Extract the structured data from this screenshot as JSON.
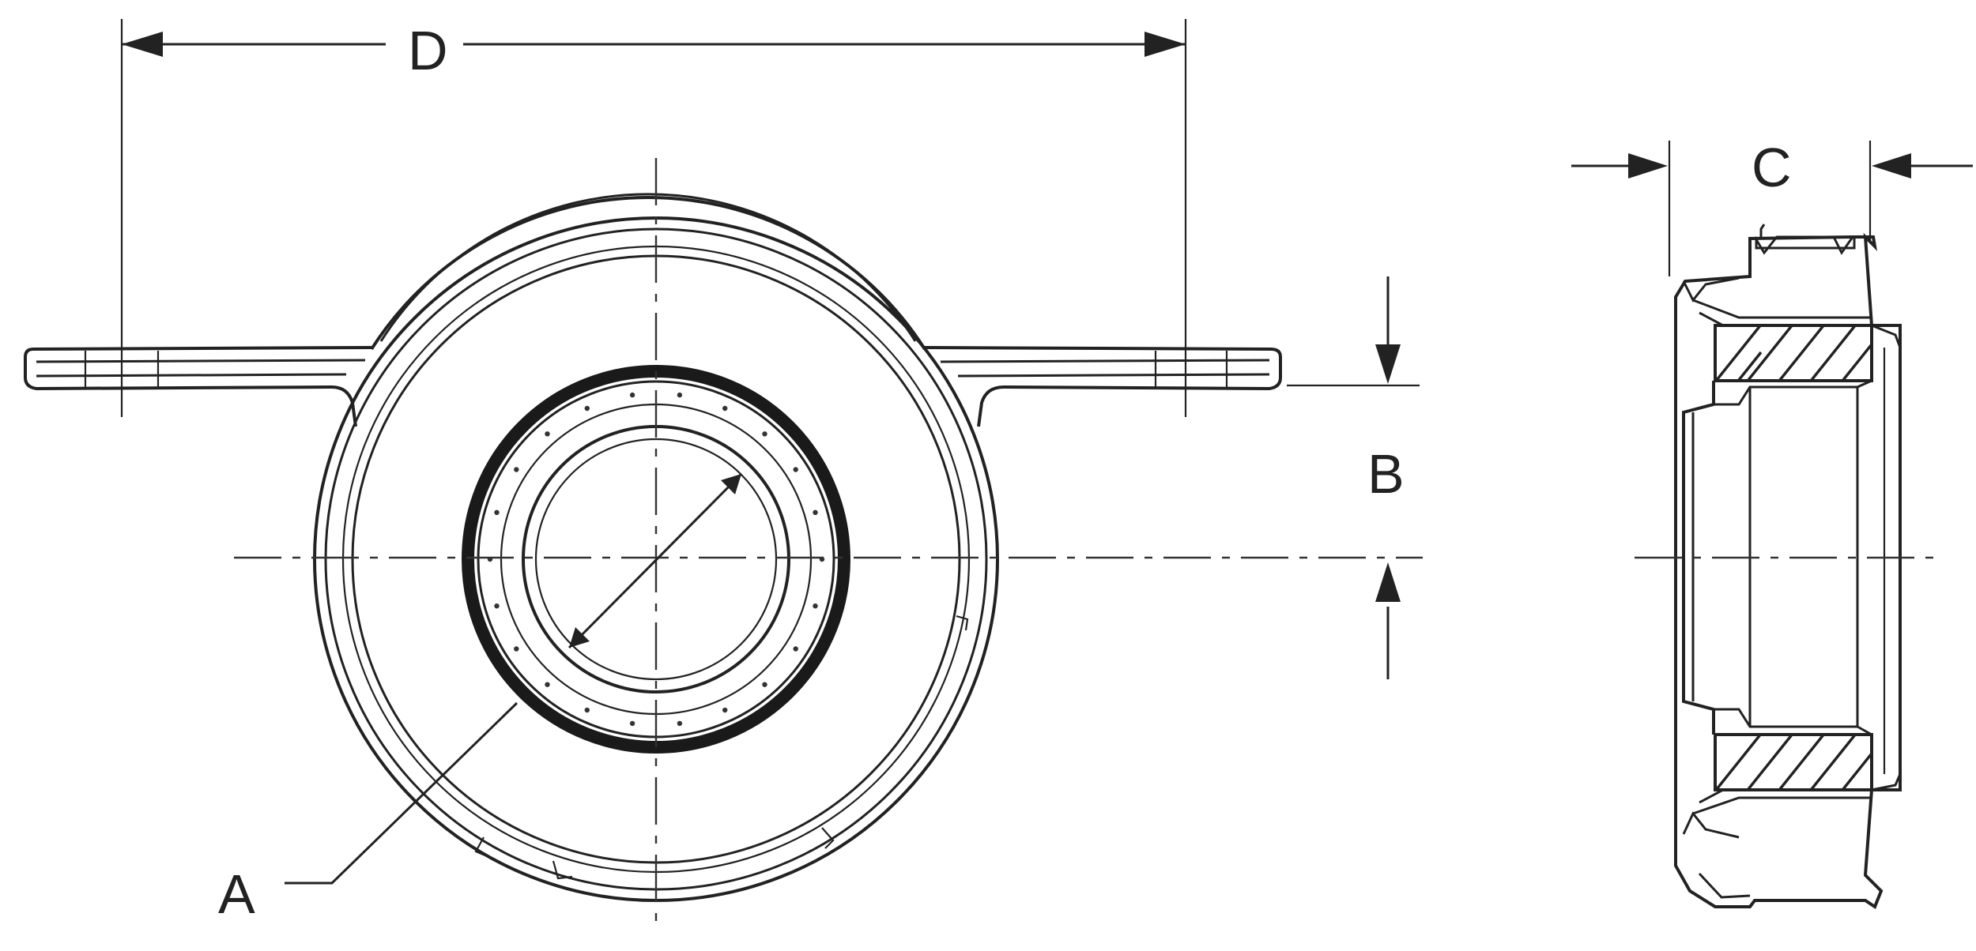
{
  "dimensions": {
    "a_label": "A",
    "b_label": "B",
    "c_label": "C",
    "d_label": "D"
  },
  "style": {
    "line_color": "#222222",
    "background": "#ffffff"
  }
}
